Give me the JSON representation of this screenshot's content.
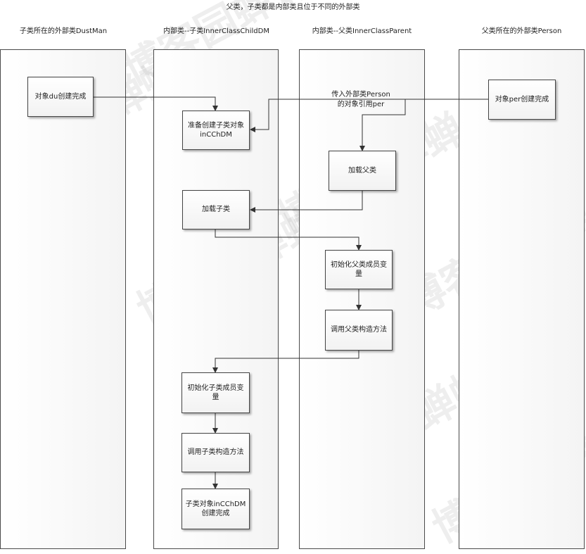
{
  "title": "父类，子类都是内部类且位于不同的外部类",
  "lanes": [
    {
      "label": "子类所在的外部类DustMan"
    },
    {
      "label": "内部类--子类InnerClassChildDM"
    },
    {
      "label": "内部类--父类InnerClassParent"
    },
    {
      "label": "父类所在的外部类Person"
    }
  ],
  "nodes": {
    "du_created": "对象du创建完成",
    "prepare_child": "准备创建子类对象inCChDM",
    "per_created": "对象per创建完成",
    "load_parent": "加载父类",
    "load_child": "加载子类",
    "init_parent_fields": "初始化父类成员变量",
    "call_parent_ctor": "调用父类构造方法",
    "init_child_fields": "初始化子类成员变量",
    "call_child_ctor": "调用子类构造方法",
    "child_created": "子类对象inCChDM创建完成"
  },
  "notes": {
    "pass_ref_line1": "传入外部类Person",
    "pass_ref_line2": "的对象引用per"
  },
  "watermark": "博客园蝉蝉"
}
